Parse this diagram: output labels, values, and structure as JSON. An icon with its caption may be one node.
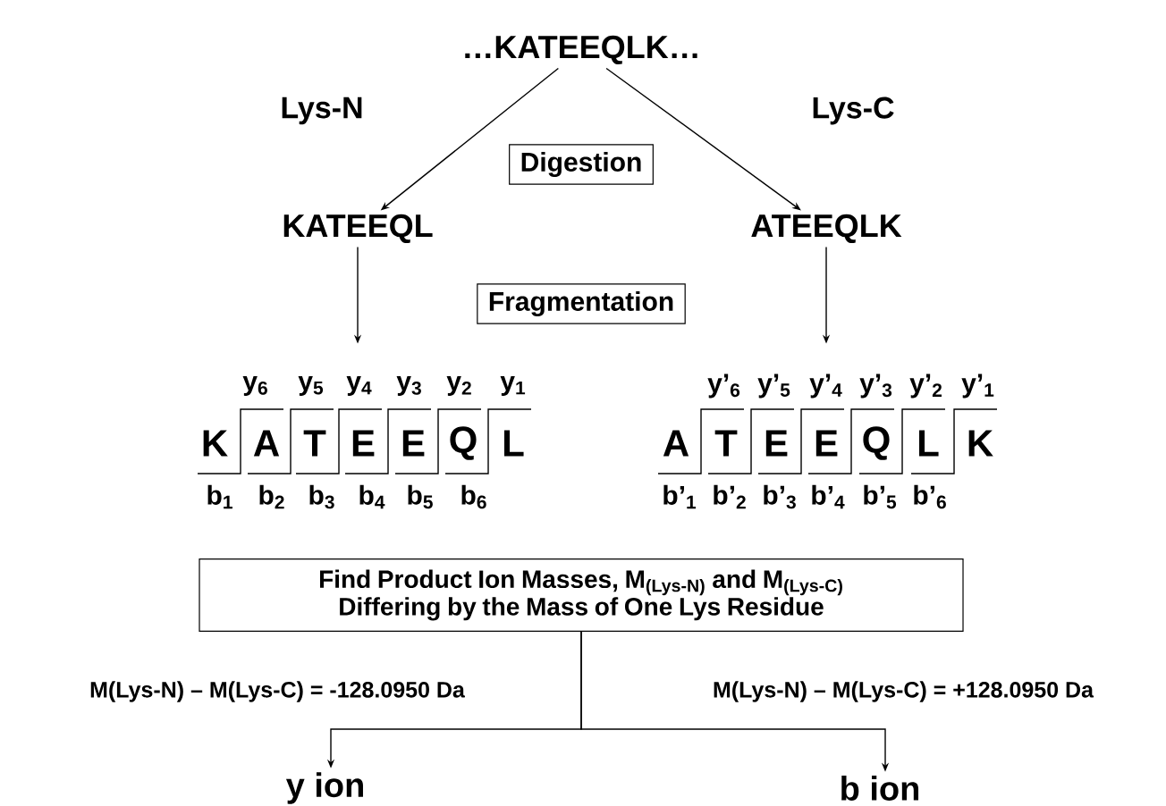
{
  "diagram": {
    "nodes": [
      {
        "text": [
          "…KATEEQLK…"
        ]
      },
      {
        "text": [
          "Digestion"
        ]
      },
      {
        "text": [
          "KATEEQL"
        ]
      },
      {
        "text": [
          "ATEEQLK"
        ]
      },
      {
        "text": [
          "Fragmentation"
        ]
      },
      {
        "text": [
          "K",
          "A",
          "T",
          "E",
          "E",
          "Q",
          "L"
        ]
      },
      {
        "text": [
          "A",
          "T",
          "E",
          "E",
          "Q",
          "L",
          "K"
        ]
      },
      {
        "text": [
          "Find Product Ion Masses, M$_{(Lys-N)}$ and M$_{(Lys-C)}$ Differing by the Mass of One Lys Residue"
        ]
      },
      {
        "text": [
          "y ion"
        ]
      },
      {
        "text": [
          "b ion"
        ]
      }
    ],
    "edges": [
      {
        "from": 0,
        "to": 2,
        "arrow": "to",
        "label": "Lys-N"
      },
      {
        "from": 0,
        "to": 3,
        "arrow": "to",
        "label": "Lys-C"
      },
      {
        "from": 2,
        "to": 5,
        "arrow": "to"
      },
      {
        "from": 3,
        "to": 6,
        "arrow": "to"
      },
      {
        "from": 7,
        "to": 8,
        "arrow": "to",
        "label": "M(Lys-N) – M(Lys-C) = -128.0950 Da"
      },
      {
        "from": 7,
        "to": 9,
        "arrow": "to",
        "label": "M(Lys-N) – M(Lys-C) = +128.0950 Da"
      }
    ],
    "labels": [
      "y$_{6}$",
      "y$_{5}$",
      "y$_{4}$",
      "y$_{3}$",
      "y$_{2}$",
      "y$_{1}$",
      "y’$_{6}$",
      "y’$_{5}$",
      "y’$_{4}$",
      "y’$_{3}$",
      "y’$_{2}$",
      "y’$_{1}$",
      "b$_{1}$",
      "b$_{2}$",
      "b$_{3}$",
      "b$_{4}$",
      "b$_{5}$",
      "b$_{6}$",
      "b’$_{1}$",
      "b’$_{2}$",
      "b’$_{3}$",
      "b’$_{4}$",
      "b’$_{5}$",
      "b’$_{6}$"
    ]
  }
}
